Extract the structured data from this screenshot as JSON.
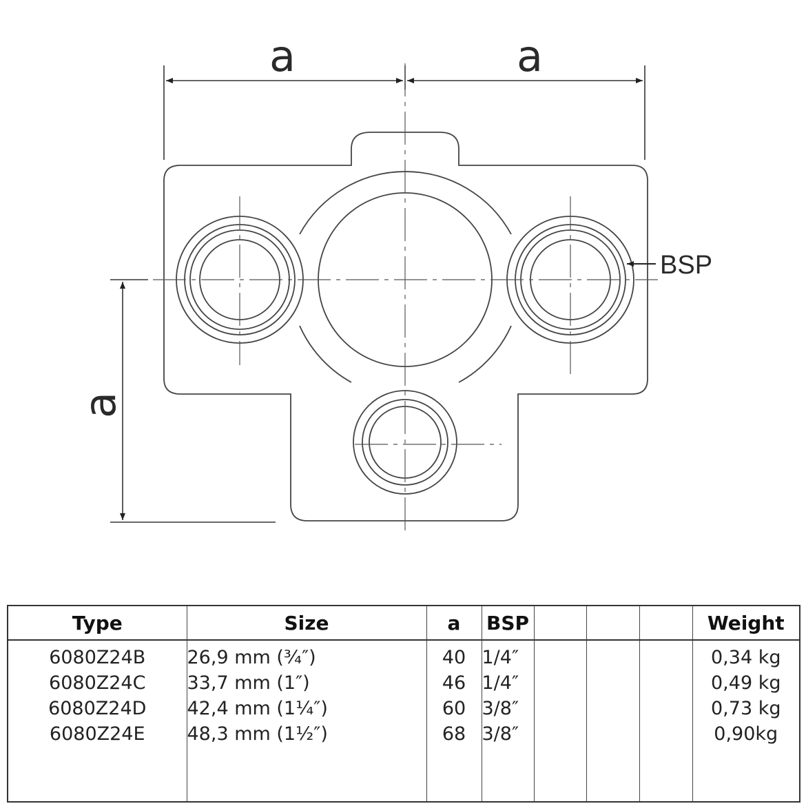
{
  "diagram": {
    "dimension_top_left": "a",
    "dimension_top_right": "a",
    "dimension_left": "a",
    "callout_bsp": "BSP"
  },
  "table": {
    "headers": {
      "type": "Type",
      "size": "Size",
      "a": "a",
      "bsp": "BSP",
      "blank1": "",
      "blank2": "",
      "blank3": "",
      "weight": "Weight"
    },
    "rows": [
      {
        "type": "6080Z24B",
        "size": "26,9 mm (¾″)",
        "a": "40",
        "bsp": "1/4″",
        "weight": "0,34 kg"
      },
      {
        "type": "6080Z24C",
        "size": "33,7 mm (1″)",
        "a": "46",
        "bsp": "1/4″",
        "weight": "0,49 kg"
      },
      {
        "type": "6080Z24D",
        "size": "42,4 mm (1¼″)",
        "a": "60",
        "bsp": "3/8″",
        "weight": "0,73 kg"
      },
      {
        "type": "6080Z24E",
        "size": "48,3 mm (1½″)",
        "a": "68",
        "bsp": "3/8″",
        "weight": "0,90kg"
      }
    ]
  }
}
